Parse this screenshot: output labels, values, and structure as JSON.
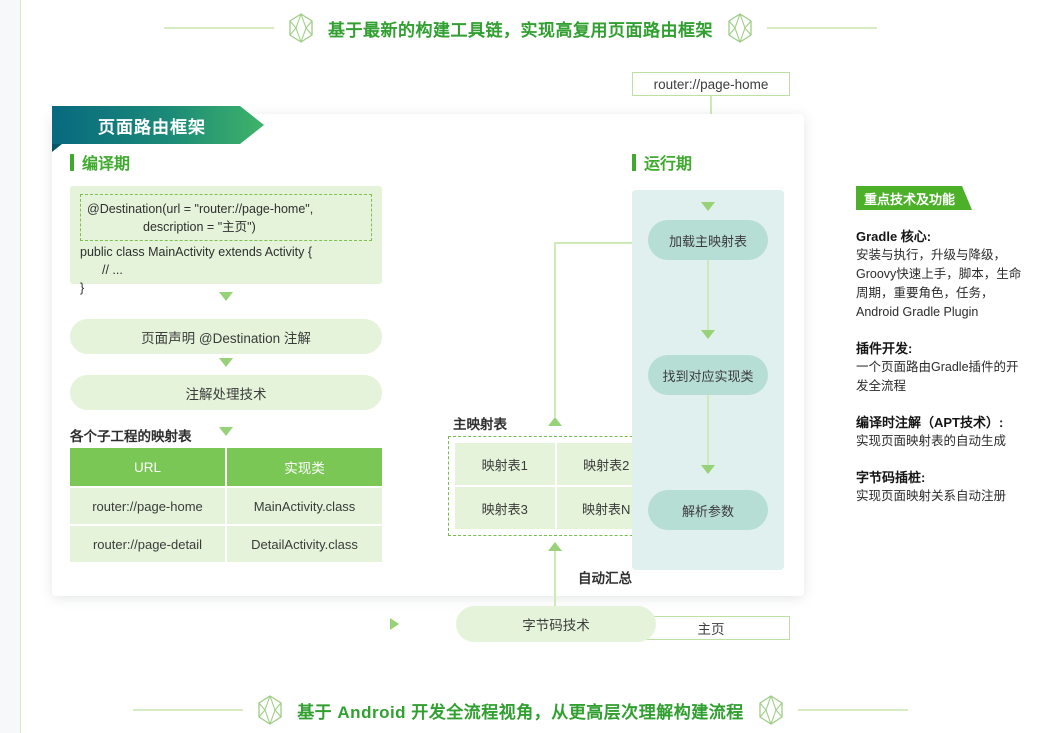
{
  "header": {
    "text": "基于最新的构建工具链，实现高复用页面路由框架",
    "left_icon": "hexagon-icon",
    "right_icon": "hexagon-icon"
  },
  "footer": {
    "text": "基于 Android 开发全流程视角，从更高层次理解构建流程",
    "left_icon": "hexagon-icon",
    "right_icon": "hexagon-icon"
  },
  "io": {
    "top_value": "router://page-home",
    "bottom_value": "主页"
  },
  "card": {
    "banner_title": "页面路由框架",
    "compile": {
      "heading": "编译期",
      "code": {
        "annotation_line1": "@Destination(url = \"router://page-home\",",
        "annotation_line2": "description = \"主页\")",
        "body_line1": "public class MainActivity extends Activity {",
        "body_line2": "// ...",
        "body_line3": "}"
      },
      "step_declare": "页面声明 @Destination 注解",
      "step_apt": "注解处理技术",
      "submaps_label": "各个子工程的映射表",
      "table": {
        "columns": [
          "URL",
          "实现类"
        ],
        "rows": [
          [
            "router://page-home",
            "MainActivity.class"
          ],
          [
            "router://page-detail",
            "DetailActivity.class"
          ]
        ]
      }
    },
    "middle": {
      "mainmap_label": "主映射表",
      "cells": [
        "映射表1",
        "映射表2",
        "映射表3",
        "映射表N"
      ],
      "autosum_label": "自动汇总",
      "bytecode_label": "字节码技术"
    },
    "runtime": {
      "heading": "运行期",
      "steps": [
        "加载主映射表",
        "找到对应实现类",
        "解析参数"
      ]
    }
  },
  "sidebar": {
    "banner": "重点技术及功能",
    "blocks": [
      {
        "title": "Gradle 核心:",
        "desc": "安装与执行，升级与降级，Groovy快速上手，脚本，生命周期，重要角色，任务，Android Gradle Plugin"
      },
      {
        "title": "插件开发:",
        "desc": "一个页面路由Gradle插件的开发全流程"
      },
      {
        "title": "编译时注解（APT技术）:",
        "desc": "实现页面映射表的自动生成"
      },
      {
        "title": "字节码插桩:",
        "desc": "实现页面映射关系自动注册"
      }
    ]
  },
  "colors": {
    "accent_green": "#3faa2e",
    "pill_green": "#e4f3da",
    "table_header": "#7ac756",
    "runtime_panel": "#e0f0ee",
    "runtime_pill": "#b6ded5",
    "banner_from": "#08697f",
    "banner_to": "#3fb36a"
  }
}
